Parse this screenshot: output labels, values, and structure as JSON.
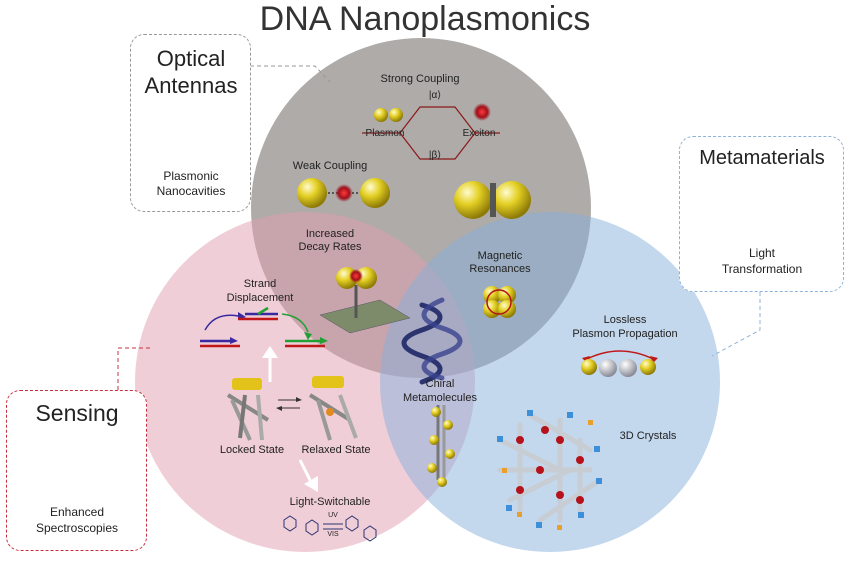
{
  "title": "DNA Nanoplasmonics",
  "optical_antennas": {
    "heading_line1": "Optical",
    "heading_line2": "Antennas",
    "caption_line1": "Plasmonic",
    "caption_line2": "Nanocavities"
  },
  "metamaterials": {
    "heading": "Metamaterials",
    "caption_line1": "Light",
    "caption_line2": "Transformation"
  },
  "sensing": {
    "heading": "Sensing",
    "caption_line1": "Enhanced",
    "caption_line2": "Spectroscopies"
  },
  "top_circle": {
    "strong_coupling": "Strong Coupling",
    "alpha_state": "|α⟩",
    "beta_state": "|β⟩",
    "plasmon": "Plasmon",
    "exciton": "Exciton",
    "weak_coupling": "Weak Coupling",
    "decay_line1": "Increased",
    "decay_line2": "Decay Rates",
    "magnetic_line1": "Magnetic",
    "magnetic_line2": "Resonances"
  },
  "left_circle": {
    "strand_line1": "Strand",
    "strand_line2": "Displacement",
    "locked_state": "Locked State",
    "relaxed_state": "Relaxed State",
    "light_switchable": "Light-Switchable",
    "uv": "UV",
    "vis": "VIS"
  },
  "right_circle": {
    "lossless_line1": "Lossless",
    "lossless_line2": "Plasmon Propagation",
    "crystals": "3D Crystals"
  },
  "center": {
    "chiral_line1": "Chiral",
    "chiral_line2": "Metamolecules"
  },
  "colors": {
    "top_circle": "#9e9a98",
    "left_circle": "#e8aec0",
    "right_circle": "#9ec0e3",
    "gold": "#d8c21e",
    "sensing_border": "#c9303f",
    "meta_border": "#8fb3d8"
  }
}
